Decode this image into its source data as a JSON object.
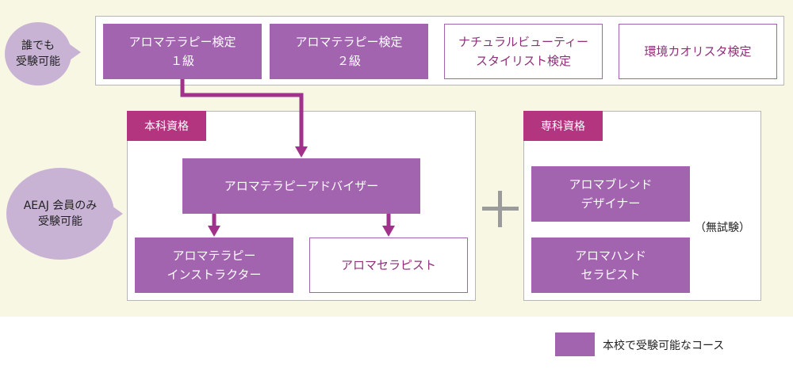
{
  "colors": {
    "background": "#f8f7e4",
    "course_fill": "#a263af",
    "course_text_outline": "#8e2f7a",
    "tag": "#b3357f",
    "bubble": "#c9b3d5",
    "arrow": "#a0328b"
  },
  "top_row": {
    "bubble_label": "誰でも\n受験可能",
    "items": [
      {
        "label": "アロマテラピー検定\n１級",
        "style": "filled"
      },
      {
        "label": "アロマテラピー検定\n２級",
        "style": "filled"
      },
      {
        "label": "ナチュラルビューティー\nスタイリスト検定",
        "style": "outline"
      },
      {
        "label": "環境カオリスタ検定",
        "style": "outline"
      }
    ]
  },
  "main_qualifications": {
    "tag": "本科資格",
    "bubble_label": "AEAJ 会員のみ\n受験可能",
    "advisor": "アロマテラピーアドバイザー",
    "instructor": "アロマテラピー\nインストラクター",
    "therapist": "アロマセラピスト"
  },
  "plus_icon": "plus-icon",
  "specialized_qualifications": {
    "tag": "専科資格",
    "blend_designer": "アロマブレンド\nデザイナー",
    "hand_therapist": "アロマハンド\nセラピスト",
    "no_exam_note": "（無試験）"
  },
  "legend": {
    "label": "本校で受験可能なコース"
  }
}
